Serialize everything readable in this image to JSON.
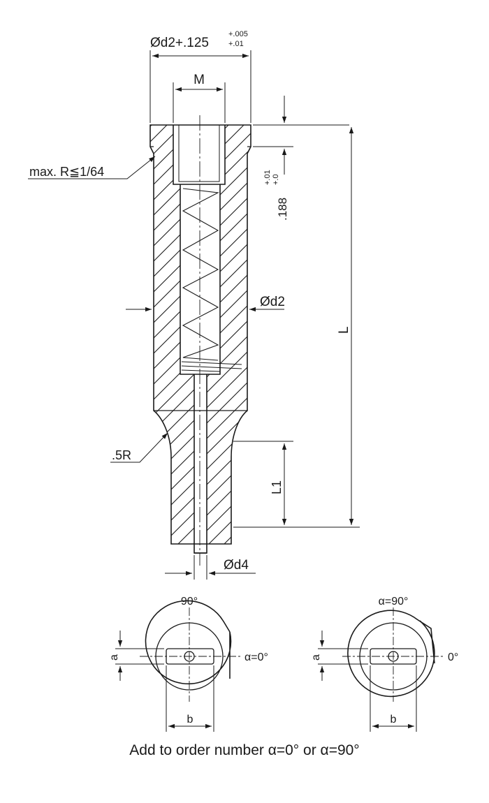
{
  "labels": {
    "head_dia": "Ød2+.125",
    "head_tol_upper": "+.005",
    "head_tol_lower": "+.01",
    "thread": "M",
    "radius_max": "max. R≦1/64",
    "head_height": ".188",
    "head_height_tol_upper": "+.01",
    "head_height_tol_lower": "+.0",
    "body_dia": "Ød2",
    "length": "L",
    "step_radius": ".5R",
    "tip_length": "L1",
    "pin_dia": "Ød4"
  },
  "views": {
    "left": {
      "top_angle": "90°",
      "right_angle": "α=0°",
      "dim_a": "a",
      "dim_b": "b"
    },
    "right": {
      "top_angle": "α=90°",
      "right_angle": "0°",
      "dim_a": "a",
      "dim_b": "b"
    }
  },
  "caption": "Add to order number α=0° or α=90°",
  "colors": {
    "line": "#1a1a1a",
    "background": "#ffffff"
  }
}
